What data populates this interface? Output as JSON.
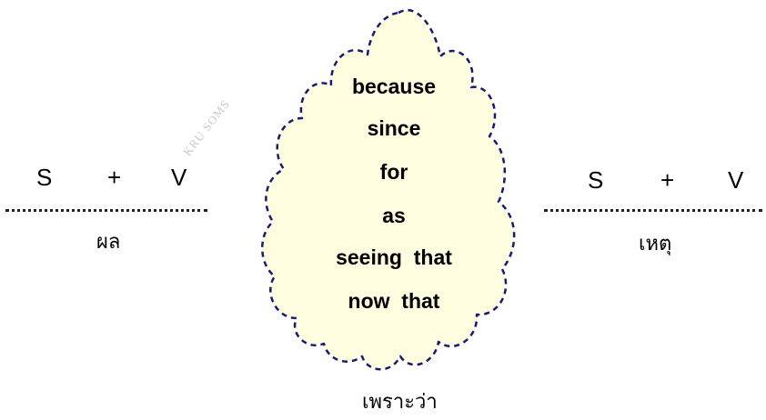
{
  "left": {
    "s": "S",
    "plus": "+",
    "v": "V",
    "label": "ผล"
  },
  "right": {
    "s": "S",
    "plus": "+",
    "v": "V",
    "label": "เหตุ"
  },
  "conjunctions": [
    "because",
    "since",
    "for",
    "as",
    "seeing  that",
    "now  that"
  ],
  "cloud_label": "เพราะว่า",
  "watermark": "KRU SOMS",
  "colors": {
    "cloud_outline": "#1a1a6e",
    "cloud_fill": "#fffde0",
    "dots": "#222222"
  }
}
